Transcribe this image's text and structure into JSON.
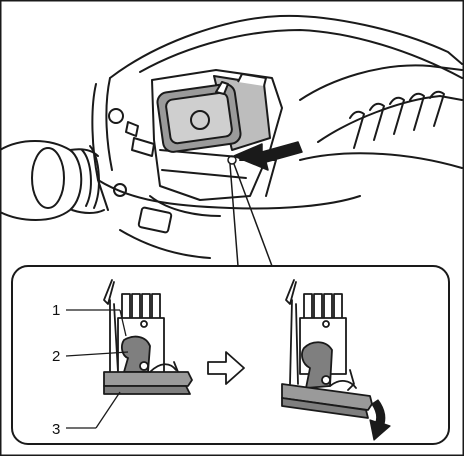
{
  "callouts": [
    {
      "id": "1",
      "label": "1"
    },
    {
      "id": "2",
      "label": "2"
    },
    {
      "id": "3",
      "label": "3"
    }
  ],
  "icons": [
    "hollow-right-arrow-icon",
    "solid-insert-arrow-icon",
    "solid-down-arrow-icon"
  ],
  "colors": {
    "line": "#1a1a1a",
    "gray_dark": "#7f7f7f",
    "gray_mid": "#9a9a9a",
    "gray_light": "#cfcfcf",
    "background": "#ffffff"
  }
}
